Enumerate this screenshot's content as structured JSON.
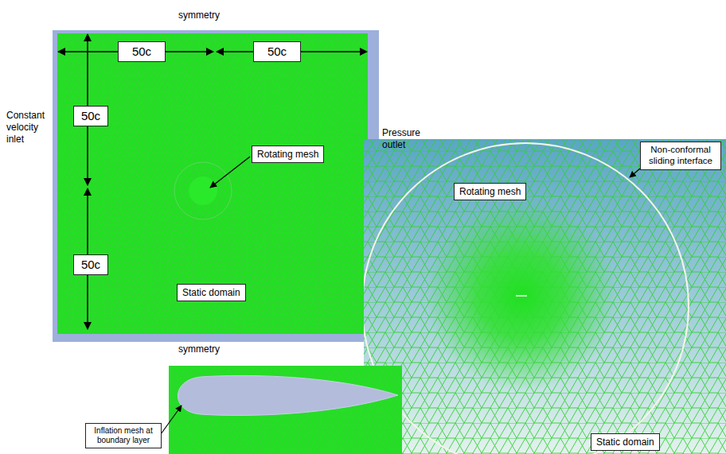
{
  "diagram": {
    "nodes": [
      {
        "text": [
          "50c"
        ]
      },
      {
        "text": [
          "50c"
        ]
      },
      {
        "text": [
          "50c"
        ]
      },
      {
        "text": [
          "Rotating mesh"
        ]
      },
      {
        "text": [
          "Non-conformal sliding interface"
        ]
      },
      {
        "text": [
          "Rotating mesh"
        ]
      },
      {
        "text": [
          "50c"
        ]
      },
      {
        "text": [
          "Static domain"
        ]
      },
      {
        "text": [
          "Inflation mesh at boundary layer"
        ]
      },
      {
        "text": [
          "Static domain"
        ]
      }
    ],
    "labels": [
      "symmetry",
      "Constant velocity inlet",
      "Pressure outlet",
      "symmetry"
    ]
  }
}
